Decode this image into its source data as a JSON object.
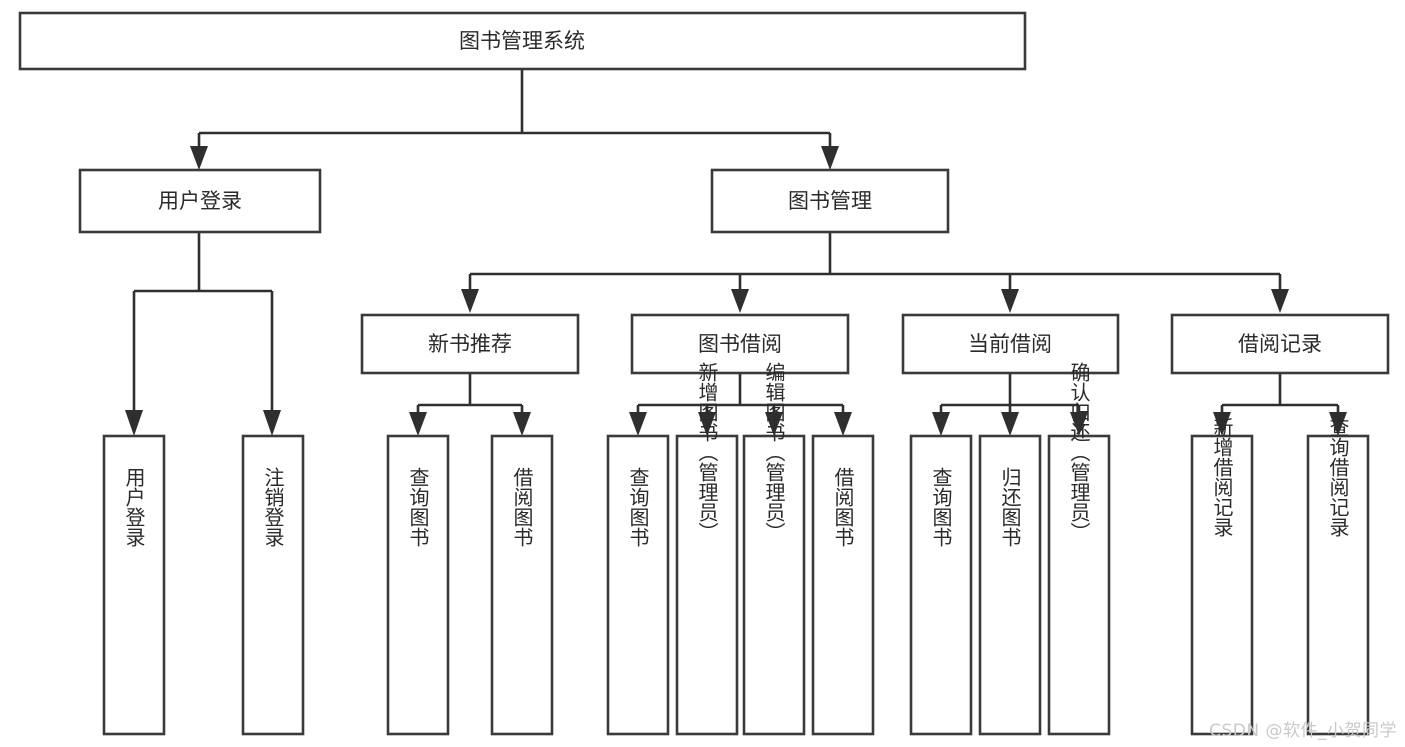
{
  "diagram": {
    "type": "tree-hierarchy-chart",
    "title": "图书管理系统",
    "root": {
      "id": "root",
      "label": "图书管理系统"
    },
    "level2": [
      {
        "id": "user-login",
        "label": "用户登录"
      },
      {
        "id": "book-manage",
        "label": "图书管理"
      }
    ],
    "level3": [
      {
        "id": "new-book-rec",
        "label": "新书推荐",
        "parent": "book-manage"
      },
      {
        "id": "book-borrow",
        "label": "图书借阅",
        "parent": "book-manage"
      },
      {
        "id": "current-borrow",
        "label": "当前借阅",
        "parent": "book-manage"
      },
      {
        "id": "borrow-record",
        "label": "借阅记录",
        "parent": "book-manage"
      }
    ],
    "leaves": [
      {
        "id": "leaf-user-login",
        "label": "用户登录",
        "parent": "user-login"
      },
      {
        "id": "leaf-logout-login",
        "label": "注销登录",
        "parent": "user-login"
      },
      {
        "id": "leaf-query-book-1",
        "label": "查询图书",
        "parent": "new-book-rec"
      },
      {
        "id": "leaf-borrow-book-1",
        "label": "借阅图书",
        "parent": "new-book-rec"
      },
      {
        "id": "leaf-query-book-2",
        "label": "查询图书",
        "parent": "book-borrow"
      },
      {
        "id": "leaf-add-book",
        "label": "新增图书（管理员）",
        "parent": "book-borrow"
      },
      {
        "id": "leaf-edit-book",
        "label": "编辑图书（管理员）",
        "parent": "book-borrow"
      },
      {
        "id": "leaf-borrow-book-2",
        "label": "借阅图书",
        "parent": "book-borrow"
      },
      {
        "id": "leaf-query-book-3",
        "label": "查询图书",
        "parent": "current-borrow"
      },
      {
        "id": "leaf-return-book",
        "label": "归还图书",
        "parent": "current-borrow"
      },
      {
        "id": "leaf-confirm-return",
        "label": "确认归还（管理员）",
        "parent": "current-borrow"
      },
      {
        "id": "leaf-add-record",
        "label": "新增借阅记录",
        "parent": "borrow-record"
      },
      {
        "id": "leaf-query-record",
        "label": "查询借阅记录",
        "parent": "borrow-record"
      }
    ]
  },
  "watermark": {
    "text": "CSDN @软件_小贺同学"
  },
  "colors": {
    "background": "#ffffff",
    "box_stroke": "#3a3a3a",
    "connector": "#2f2f2f",
    "text": "#2b2b2b",
    "watermark": "#c9c9c9"
  }
}
